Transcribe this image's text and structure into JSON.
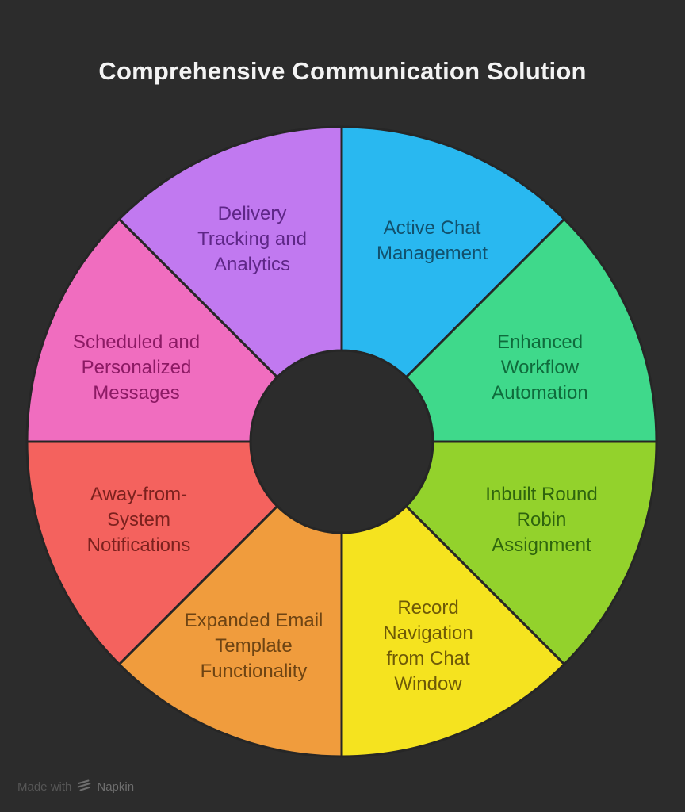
{
  "title": "Comprehensive Communication Solution",
  "chart_data": {
    "type": "pie",
    "variant": "donut",
    "title": "Comprehensive Communication Solution",
    "start_angle_deg": 0,
    "direction": "clockwise",
    "background": "#2c2c2c",
    "legend": "none",
    "segments": [
      {
        "label": "Active Chat\nManagement",
        "value": 12.5,
        "color": "#29b8f0",
        "label_color": "#12516d"
      },
      {
        "label": "Enhanced\nWorkflow\nAutomation",
        "value": 12.5,
        "color": "#3fd98b",
        "label_color": "#0f6b3c"
      },
      {
        "label": "Inbuilt Round\nRobin\nAssignment",
        "value": 12.5,
        "color": "#93d22c",
        "label_color": "#2f650e"
      },
      {
        "label": "Record\nNavigation\nfrom Chat\nWindow",
        "value": 12.5,
        "color": "#f5e31f",
        "label_color": "#6e5a07"
      },
      {
        "label": "Expanded Email\nTemplate\nFunctionality",
        "value": 12.5,
        "color": "#f09c3d",
        "label_color": "#6e4413"
      },
      {
        "label": "Away-from-\nSystem\nNotifications",
        "value": 12.5,
        "color": "#f4625e",
        "label_color": "#7c211e"
      },
      {
        "label": "Scheduled and\nPersonalized\nMessages",
        "value": 12.5,
        "color": "#f06dbf",
        "label_color": "#8c1a64"
      },
      {
        "label": "Delivery\nTracking and\nAnalytics",
        "value": 12.5,
        "color": "#c179f0",
        "label_color": "#5e2687"
      }
    ]
  },
  "watermark": {
    "prefix": "Made with",
    "brand": "Napkin"
  }
}
